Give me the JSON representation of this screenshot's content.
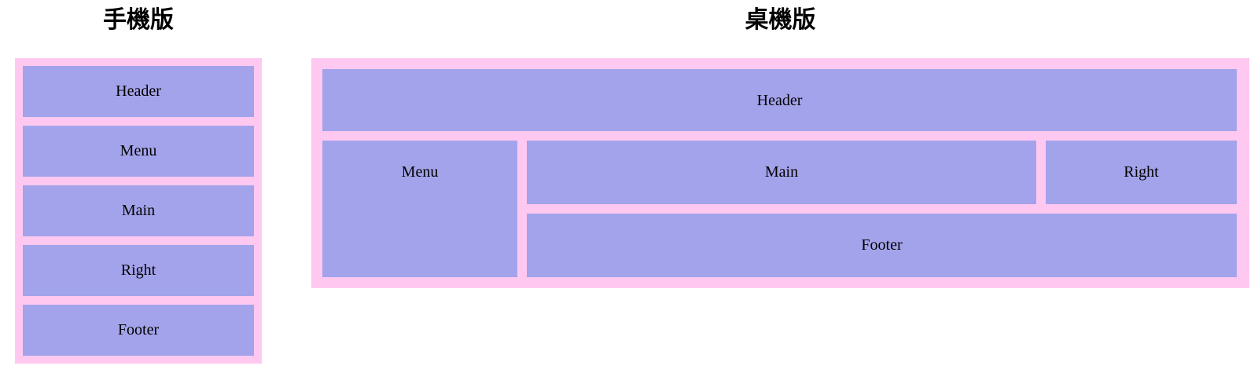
{
  "colors": {
    "frame-pink": "#ffc8f0",
    "box-purple": "#a3a3eb",
    "label-text": "#000000",
    "title-text": "#000000"
  },
  "mobile": {
    "title": "手機版",
    "boxes": [
      {
        "label": "Header"
      },
      {
        "label": "Menu"
      },
      {
        "label": "Main"
      },
      {
        "label": "Right"
      },
      {
        "label": "Footer"
      }
    ]
  },
  "desktop": {
    "title": "桌機版",
    "boxes": [
      {
        "label": "Header"
      },
      {
        "label": "Menu"
      },
      {
        "label": "Main"
      },
      {
        "label": "Right"
      },
      {
        "label": "Footer"
      }
    ]
  }
}
